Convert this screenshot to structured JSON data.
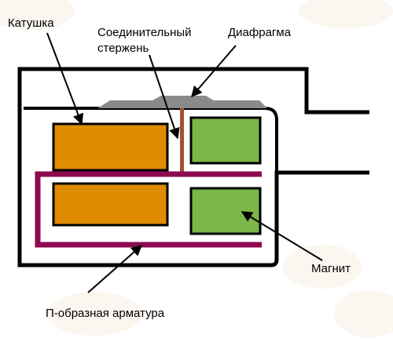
{
  "labels": {
    "coil": "Катушка",
    "rod_line1": "Соединительный",
    "rod_line2": "стержень",
    "diaphragm": "Диафрагма",
    "magnet": "Магнит",
    "armature": "П-образная арматура"
  },
  "colors": {
    "background": "#ffffff",
    "outline": "#000000",
    "coil": "#e08c00",
    "magnet": "#7ab648",
    "armature": "#8b0a50",
    "rod": "#a0522d",
    "diaphragm": "#8a8a8a",
    "blob": "#fbf6ef"
  }
}
